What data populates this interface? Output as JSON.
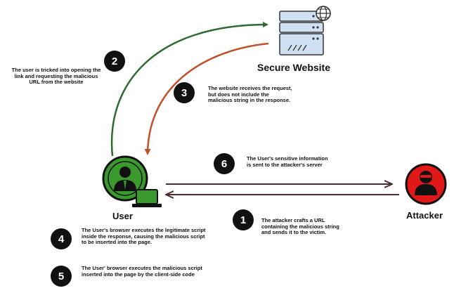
{
  "nodes": {
    "server_label": "Secure Website",
    "user_label": "User",
    "attacker_label": "Attacker"
  },
  "steps": [
    {
      "number": "1",
      "text": "The attacker crafts a URL containing the malicious string and sends it to the victim."
    },
    {
      "number": "2",
      "text": "The user is tricked into opening the link and requesting the malicious URL from the website"
    },
    {
      "number": "3",
      "text": "The website receives the request, but does not include the malicious string in the response."
    },
    {
      "number": "4",
      "text": "The User's browser executes the legitimate script inside the response, causing the malicious script to be inserted into the page."
    },
    {
      "number": "5",
      "text": "The User' browser executes the malicious script inserted into the page by the client-side code"
    },
    {
      "number": "6",
      "text": "The User's sensitive information is sent to the attacker's server"
    }
  ],
  "colors": {
    "arrow_request": "#2e6b2e",
    "arrow_response": "#c0502a",
    "arrow_exchange": "#4a2e2e",
    "user_green": "#3a9a2e",
    "attacker_red": "#e01818",
    "server_blue": "#cfe0f2"
  }
}
